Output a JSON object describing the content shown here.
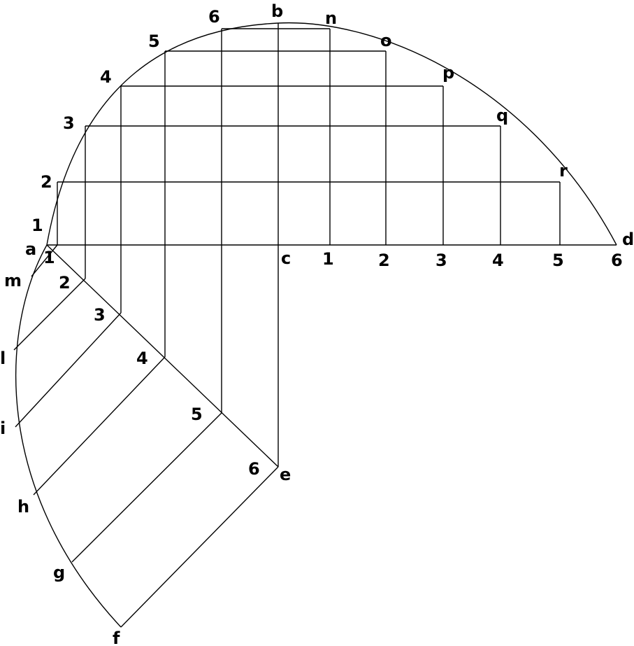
{
  "colors": {
    "stroke": "#000000",
    "background": "#ffffff"
  },
  "labels": {
    "a": "a",
    "b": "b",
    "c": "c",
    "d": "d",
    "e": "e",
    "f": "f",
    "g": "g",
    "h": "h",
    "i": "i",
    "l": "l",
    "m": "m",
    "n": "n",
    "o": "o",
    "p": "p",
    "q": "q",
    "r": "r",
    "top": [
      "1",
      "2",
      "3",
      "4",
      "5",
      "6"
    ],
    "axis": [
      "1",
      "2",
      "3",
      "4",
      "5",
      "6"
    ],
    "diag": [
      "1",
      "2",
      "3",
      "4",
      "5",
      "6"
    ]
  }
}
